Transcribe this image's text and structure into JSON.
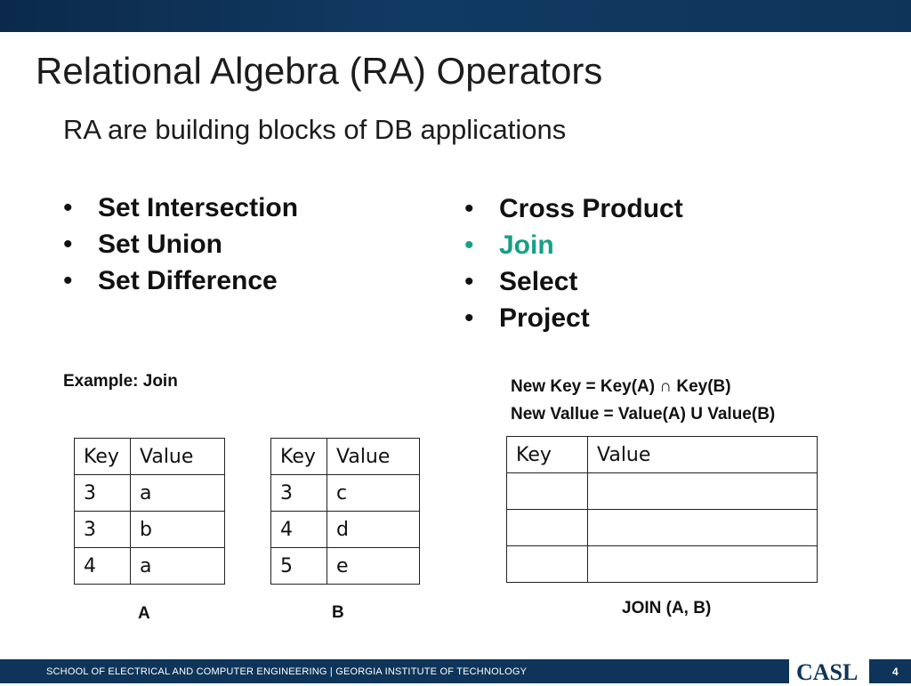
{
  "slide": {
    "title": "Relational Algebra (RA) Operators",
    "subtitle": "RA are building blocks of DB applications"
  },
  "bullets_left": [
    "Set Intersection",
    "Set Union",
    "Set Difference"
  ],
  "bullets_right": [
    {
      "text": "Cross Product",
      "highlight": false
    },
    {
      "text": "Join",
      "highlight": true
    },
    {
      "text": "Select",
      "highlight": false
    },
    {
      "text": "Project",
      "highlight": false
    }
  ],
  "bullet_char": "•",
  "example_label": "Example: Join",
  "formulas": {
    "new_key": "New Key = Key(A)  ∩  Key(B)",
    "new_value": "New Vallue = Value(A)  U  Value(B)"
  },
  "table_a": {
    "headers": [
      "Key",
      "Value"
    ],
    "rows": [
      [
        "3",
        "a"
      ],
      [
        "3",
        "b"
      ],
      [
        "4",
        "a"
      ]
    ],
    "caption": "A"
  },
  "table_b": {
    "headers": [
      "Key",
      "Value"
    ],
    "rows": [
      [
        "3",
        "c"
      ],
      [
        "4",
        "d"
      ],
      [
        "5",
        "e"
      ]
    ],
    "caption": "B"
  },
  "table_join": {
    "headers": [
      "Key",
      "Value"
    ],
    "rows": [
      [
        "",
        ""
      ],
      [
        "",
        ""
      ],
      [
        "",
        ""
      ]
    ],
    "caption": "JOIN (A, B)"
  },
  "footer": {
    "text": "SCHOOL OF ELECTRICAL AND COMPUTER ENGINEERING | GEORGIA INSTITUTE OF TECHNOLOGY",
    "logo": "CASL",
    "page_number": "4"
  },
  "colors": {
    "highlight": "#16a085",
    "brand_dark": "#0e3559"
  }
}
